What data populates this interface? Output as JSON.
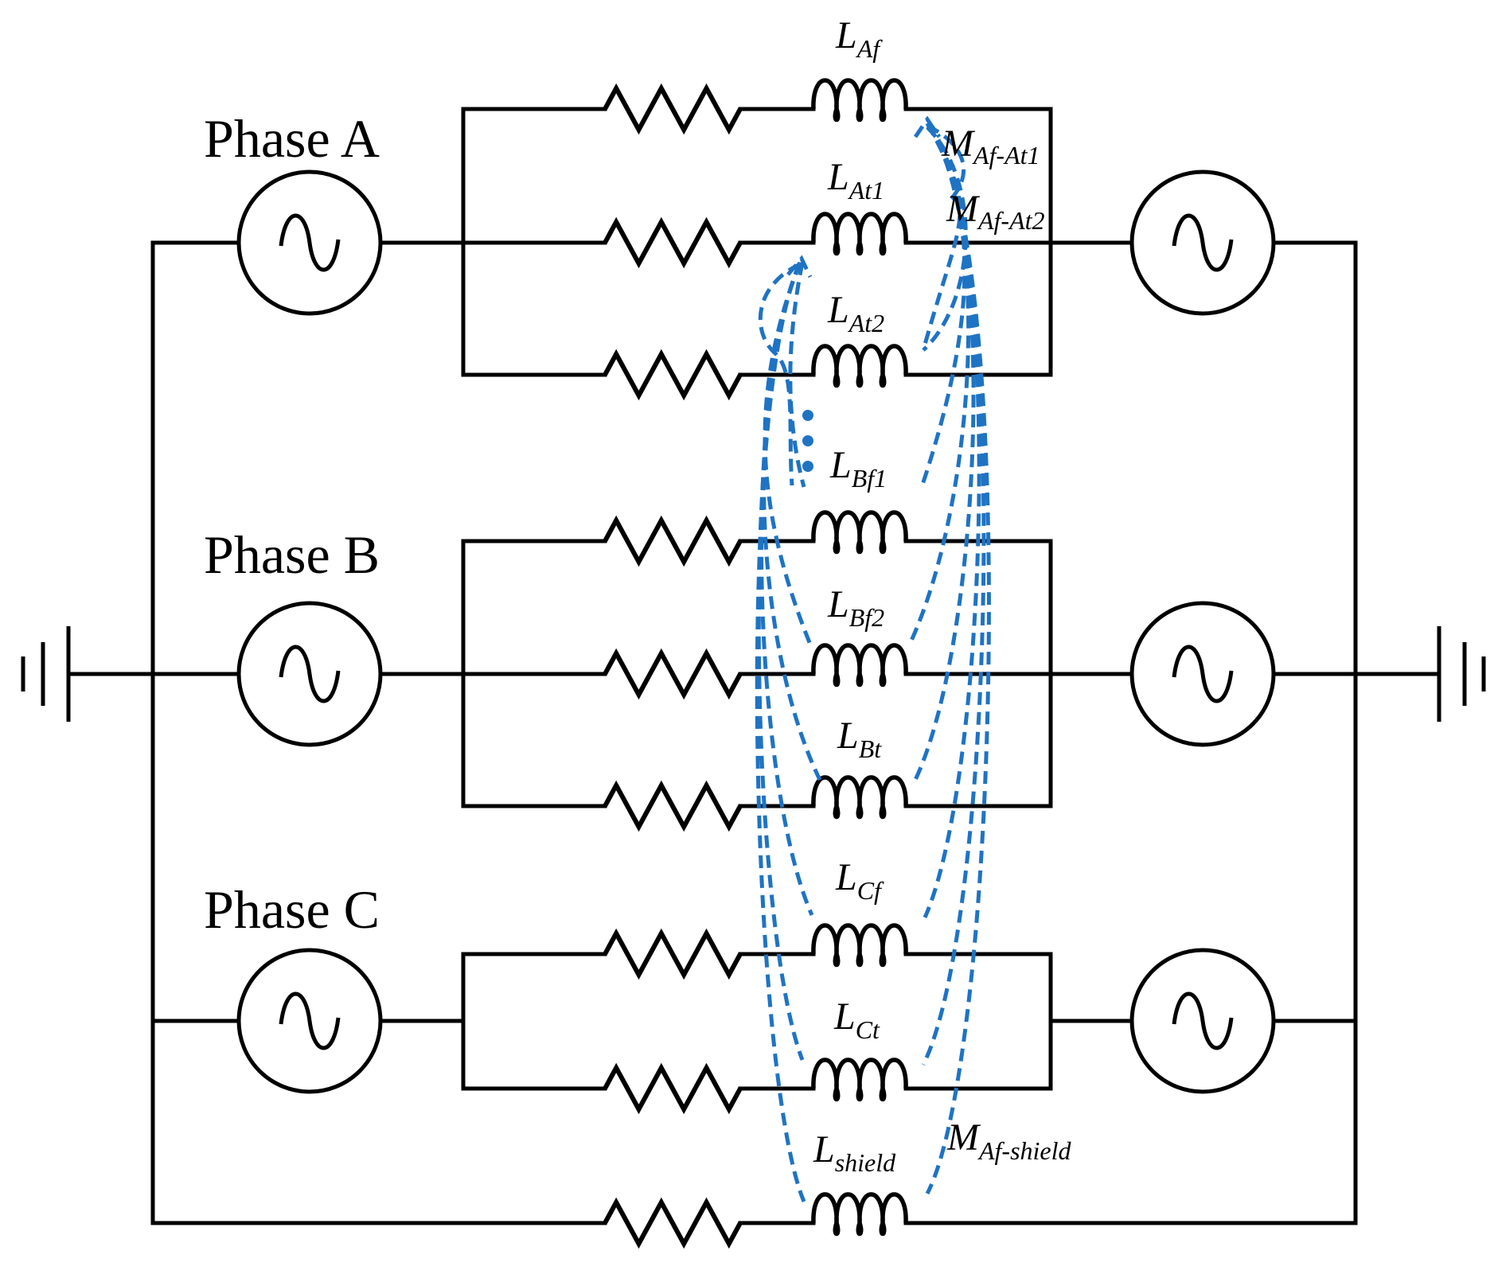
{
  "phases": [
    {
      "label": "Phase A"
    },
    {
      "label": "Phase B"
    },
    {
      "label": "Phase C"
    }
  ],
  "inductors": [
    {
      "main": "L",
      "sub": "Af"
    },
    {
      "main": "L",
      "sub": "At1"
    },
    {
      "main": "L",
      "sub": "At2"
    },
    {
      "main": "L",
      "sub": "Bf1"
    },
    {
      "main": "L",
      "sub": "Bf2"
    },
    {
      "main": "L",
      "sub": "Bt"
    },
    {
      "main": "L",
      "sub": "Cf"
    },
    {
      "main": "L",
      "sub": "Ct"
    },
    {
      "main": "L",
      "sub": "shield"
    }
  ],
  "mutuals": [
    {
      "main": "M",
      "sub": "Af-At1"
    },
    {
      "main": "M",
      "sub": "Af-At2"
    },
    {
      "main": "M",
      "sub": "Af-shield"
    }
  ],
  "colors": {
    "wire": "#000000",
    "mutual_coupling": "#1f73c3"
  },
  "icons": [
    "ac-source-icon",
    "ground-icon",
    "resistor-icon",
    "inductor-icon",
    "ellipsis-dots-icon"
  ]
}
